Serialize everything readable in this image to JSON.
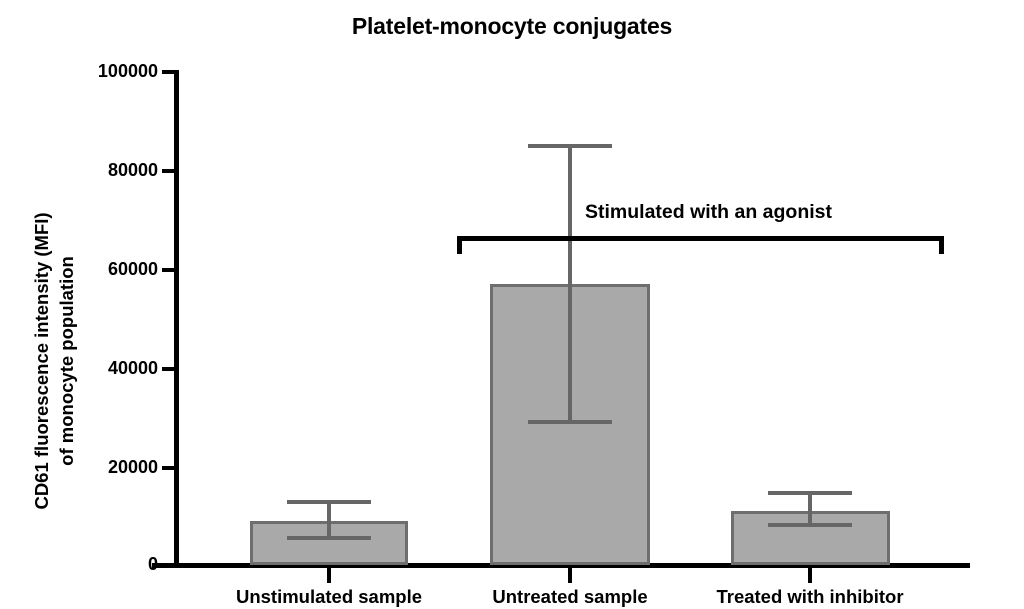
{
  "chart_data": {
    "type": "bar",
    "title": "Platelet-monocyte conjugates",
    "xlabel": "",
    "ylabel": "CD61 fluorescence intensity (MFI) of monocyte population",
    "ylabel_lines": [
      "CD61 fluorescence intensity (MFI)",
      "of monocyte population"
    ],
    "categories": [
      "Unstimulated sample",
      "Untreated sample",
      "Treated with inhibitor"
    ],
    "values": [
      8800,
      56800,
      11000
    ],
    "error_upper": [
      12400,
      85000,
      14400
    ],
    "error_lower": [
      5700,
      29000,
      8200
    ],
    "ylim": [
      0,
      100000
    ],
    "yticks": [
      0,
      20000,
      40000,
      60000,
      80000,
      100000
    ],
    "ytick_labels": [
      "0",
      "20000",
      "40000",
      "60000",
      "80000",
      "100000"
    ],
    "grid": false,
    "legend": "none",
    "annotations": [
      {
        "text": "Stimulated with an agonist",
        "type": "bracket",
        "spans": [
          "Untreated sample",
          "Treated with inhibitor"
        ]
      }
    ],
    "colors": {
      "bar_fill": "#a9a9a9",
      "bar_edge": "#6e6e6e",
      "error_bar": "#666666",
      "axis": "#000000",
      "text": "#000000",
      "background": "#ffffff"
    }
  },
  "yticks": [
    {
      "label": "100000"
    },
    {
      "label": "80000"
    },
    {
      "label": "60000"
    },
    {
      "label": "40000"
    },
    {
      "label": "20000"
    },
    {
      "label": "0"
    }
  ],
  "bars": [
    {
      "label": "Unstimulated sample"
    },
    {
      "label": "Untreated sample"
    },
    {
      "label": "Treated with inhibitor"
    }
  ],
  "annotation": {
    "bracket_label": "Stimulated with an agonist"
  }
}
